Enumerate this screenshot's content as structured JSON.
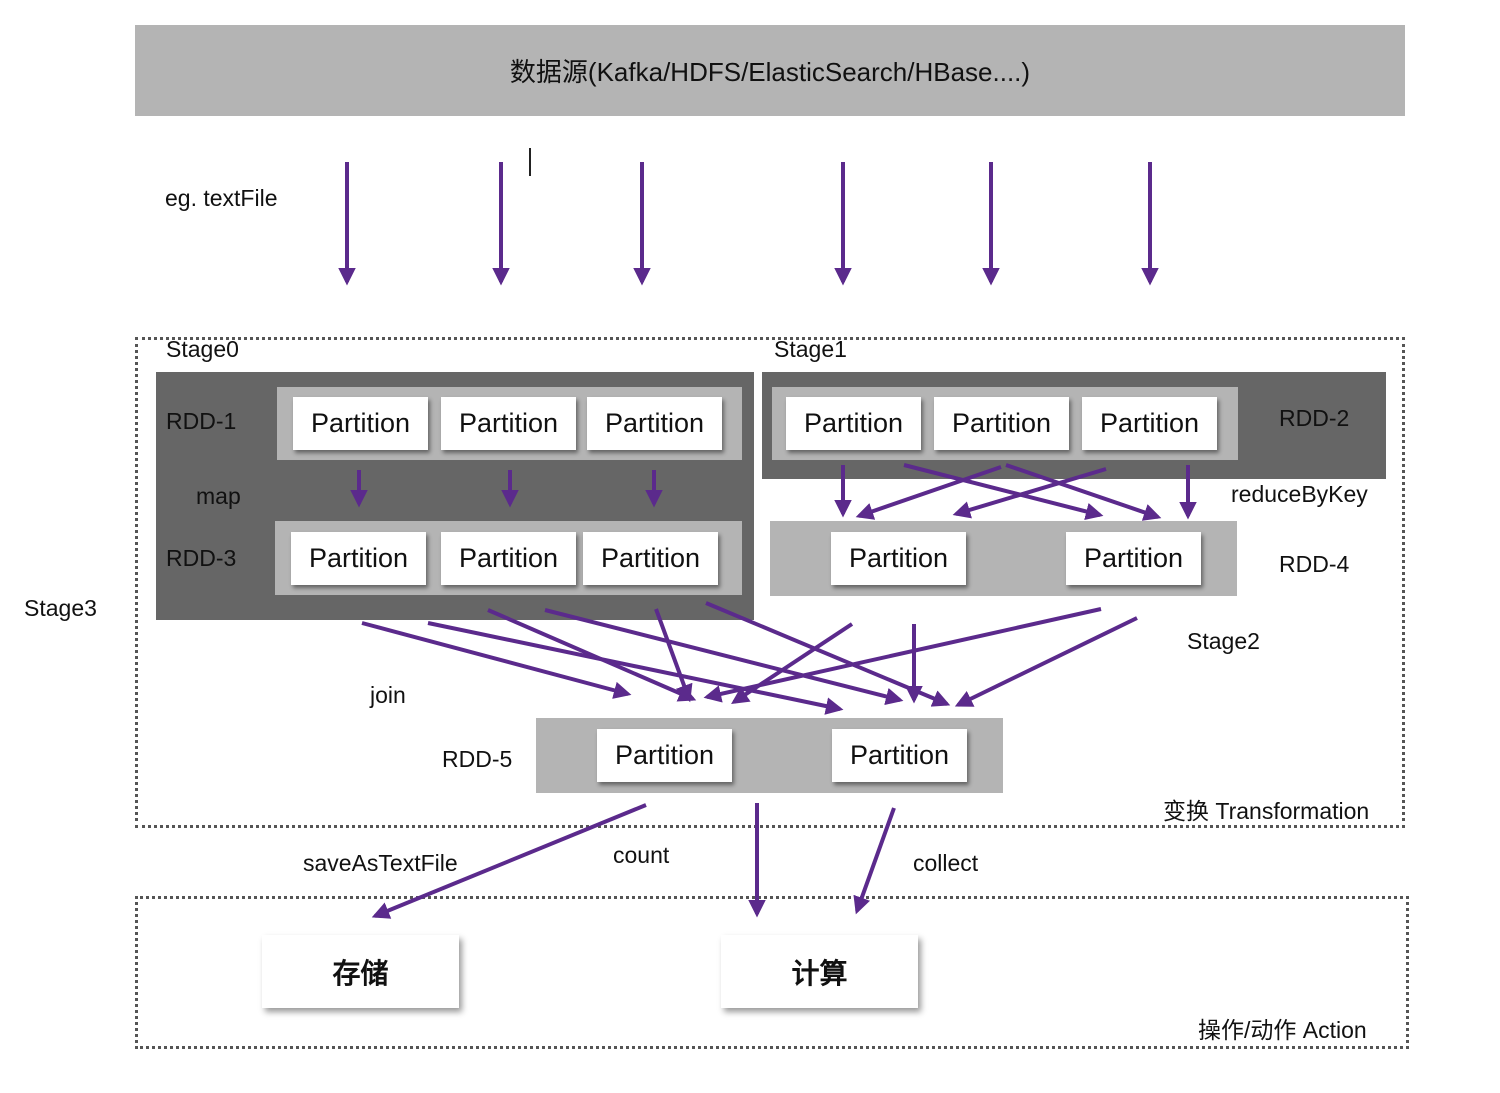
{
  "source": {
    "title": "数据源(Kafka/HDFS/ElasticSearch/HBase....)"
  },
  "labels": {
    "eg_textfile": "eg. textFile",
    "stage0": "Stage0",
    "stage1": "Stage1",
    "stage2": "Stage2",
    "stage3": "Stage3",
    "rdd1": "RDD-1",
    "rdd2": "RDD-2",
    "rdd3": "RDD-3",
    "rdd4": "RDD-4",
    "rdd5": "RDD-5",
    "map": "map",
    "reduce_by_key": "reduceByKey",
    "join": "join",
    "transformation": "变换 Transformation",
    "save_as_text_file": "saveAsTextFile",
    "count": "count",
    "collect": "collect",
    "action": "操作/动作 Action"
  },
  "partition_label": "Partition",
  "action_targets": {
    "storage": "存储",
    "compute": "计算"
  },
  "colors": {
    "arrow": "#5b2a8c",
    "dark_block": "#666666",
    "light_block": "#b4b4b4"
  }
}
